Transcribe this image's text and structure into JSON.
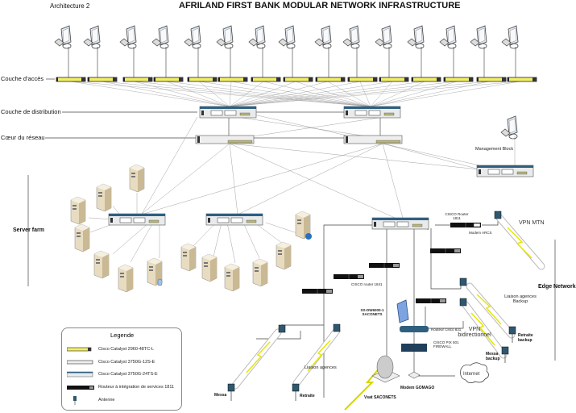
{
  "header": {
    "subtitle": "Architecture 2",
    "title": "AFRILAND FIRST BANK MODULAR NETWORK INFRASTRUCTURE"
  },
  "layers": {
    "access": "Couche d'accès",
    "distribution": "Couche de distribution",
    "core": "Cœur du réseau",
    "server_farm": "Server farm",
    "edge": "Edge Network"
  },
  "labels": {
    "management_block": "Management Block",
    "cisco_router_1811": "CISCO Router 1811",
    "modem_arcs": "Modem ARCS",
    "vpn_mtn": "VPN MTN",
    "cisco_router_1841": "CISCO router 1841",
    "ss_dw_saconets": "SS-DW6000-1 SACONETS",
    "routeur_cisco": "Routeur Cisco 831",
    "cisco_pix_firewall": "CISCO PIX 501 FIREWALL",
    "liaison_agences_backup": "Liaison agences Backup",
    "vpn_bidirectionnel": "VPN bidirectionnel",
    "retraite_backup": "Retraite backup",
    "messa_backup": "Messa backup",
    "liaison_agences": "Liaison agences",
    "messa": "Messa",
    "retraite": "Retraite",
    "vsat_saconets": "Vsat SACONETS",
    "modem_gomago": "Modem GOMAGO",
    "internet": "Internet"
  },
  "legend": {
    "title": "Legende",
    "items": [
      {
        "icon": "access-switch-icon",
        "label": "Cisco Catalyst 2960-48TC-L"
      },
      {
        "icon": "core-switch-icon",
        "label": "Cisco Catalyst 3750G-12S-E"
      },
      {
        "icon": "distribution-switch-icon",
        "label": "Cisco Catalyst 3750G-24TS-E"
      },
      {
        "icon": "router-icon",
        "label": "Routeur à intégration de services 1811"
      },
      {
        "icon": "antenna-icon",
        "label": "Antenne"
      }
    ]
  },
  "colors": {
    "access_switch": "#f2ee6a",
    "switch_blue": "#2f5f7f",
    "server_beige": "#e8dcc0",
    "link": "#888888",
    "wireless_bolt": "#e6e600"
  }
}
